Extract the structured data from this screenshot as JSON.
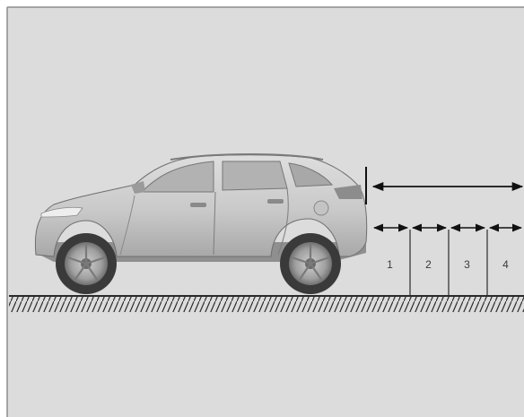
{
  "diagram": {
    "zones": [
      {
        "label": "1"
      },
      {
        "label": "2"
      },
      {
        "label": "3"
      },
      {
        "label": "4"
      }
    ],
    "colors": {
      "background": "#dcdcdc",
      "frame": "#8c8c8c",
      "line": "#2a2a2a",
      "car_body": "#c8c8c8",
      "car_shadow": "#9a9a9a",
      "window": "#b4b4b4",
      "tire": "#3a3a3a",
      "rim": "#9d9d9d"
    },
    "icons": {
      "vehicle": "suv-side-view-icon",
      "range_arrow": "double-headed-arrow-icon",
      "ground": "hatched-ground-icon"
    }
  }
}
